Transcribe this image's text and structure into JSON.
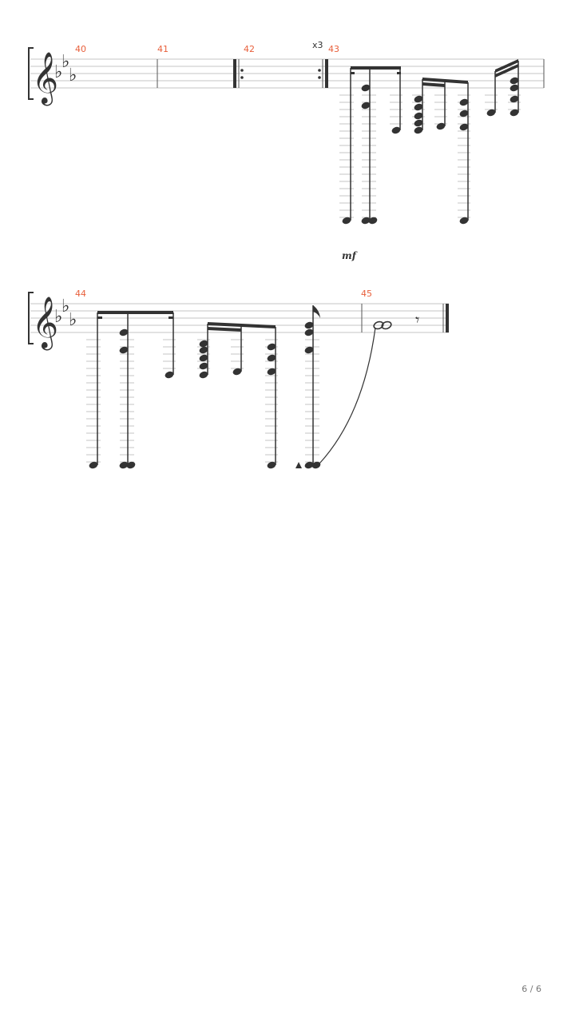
{
  "score": {
    "key_signature": "E-flat major (3 flats)",
    "clef": "treble",
    "systems": [
      {
        "measures": [
          {
            "number": "40"
          },
          {
            "number": "41"
          },
          {
            "number": "42",
            "repeat_count": "x3"
          },
          {
            "number": "43",
            "dynamic": "mf"
          }
        ]
      },
      {
        "measures": [
          {
            "number": "44"
          },
          {
            "number": "45"
          }
        ]
      }
    ]
  },
  "page": {
    "number_label": "6 / 6"
  }
}
